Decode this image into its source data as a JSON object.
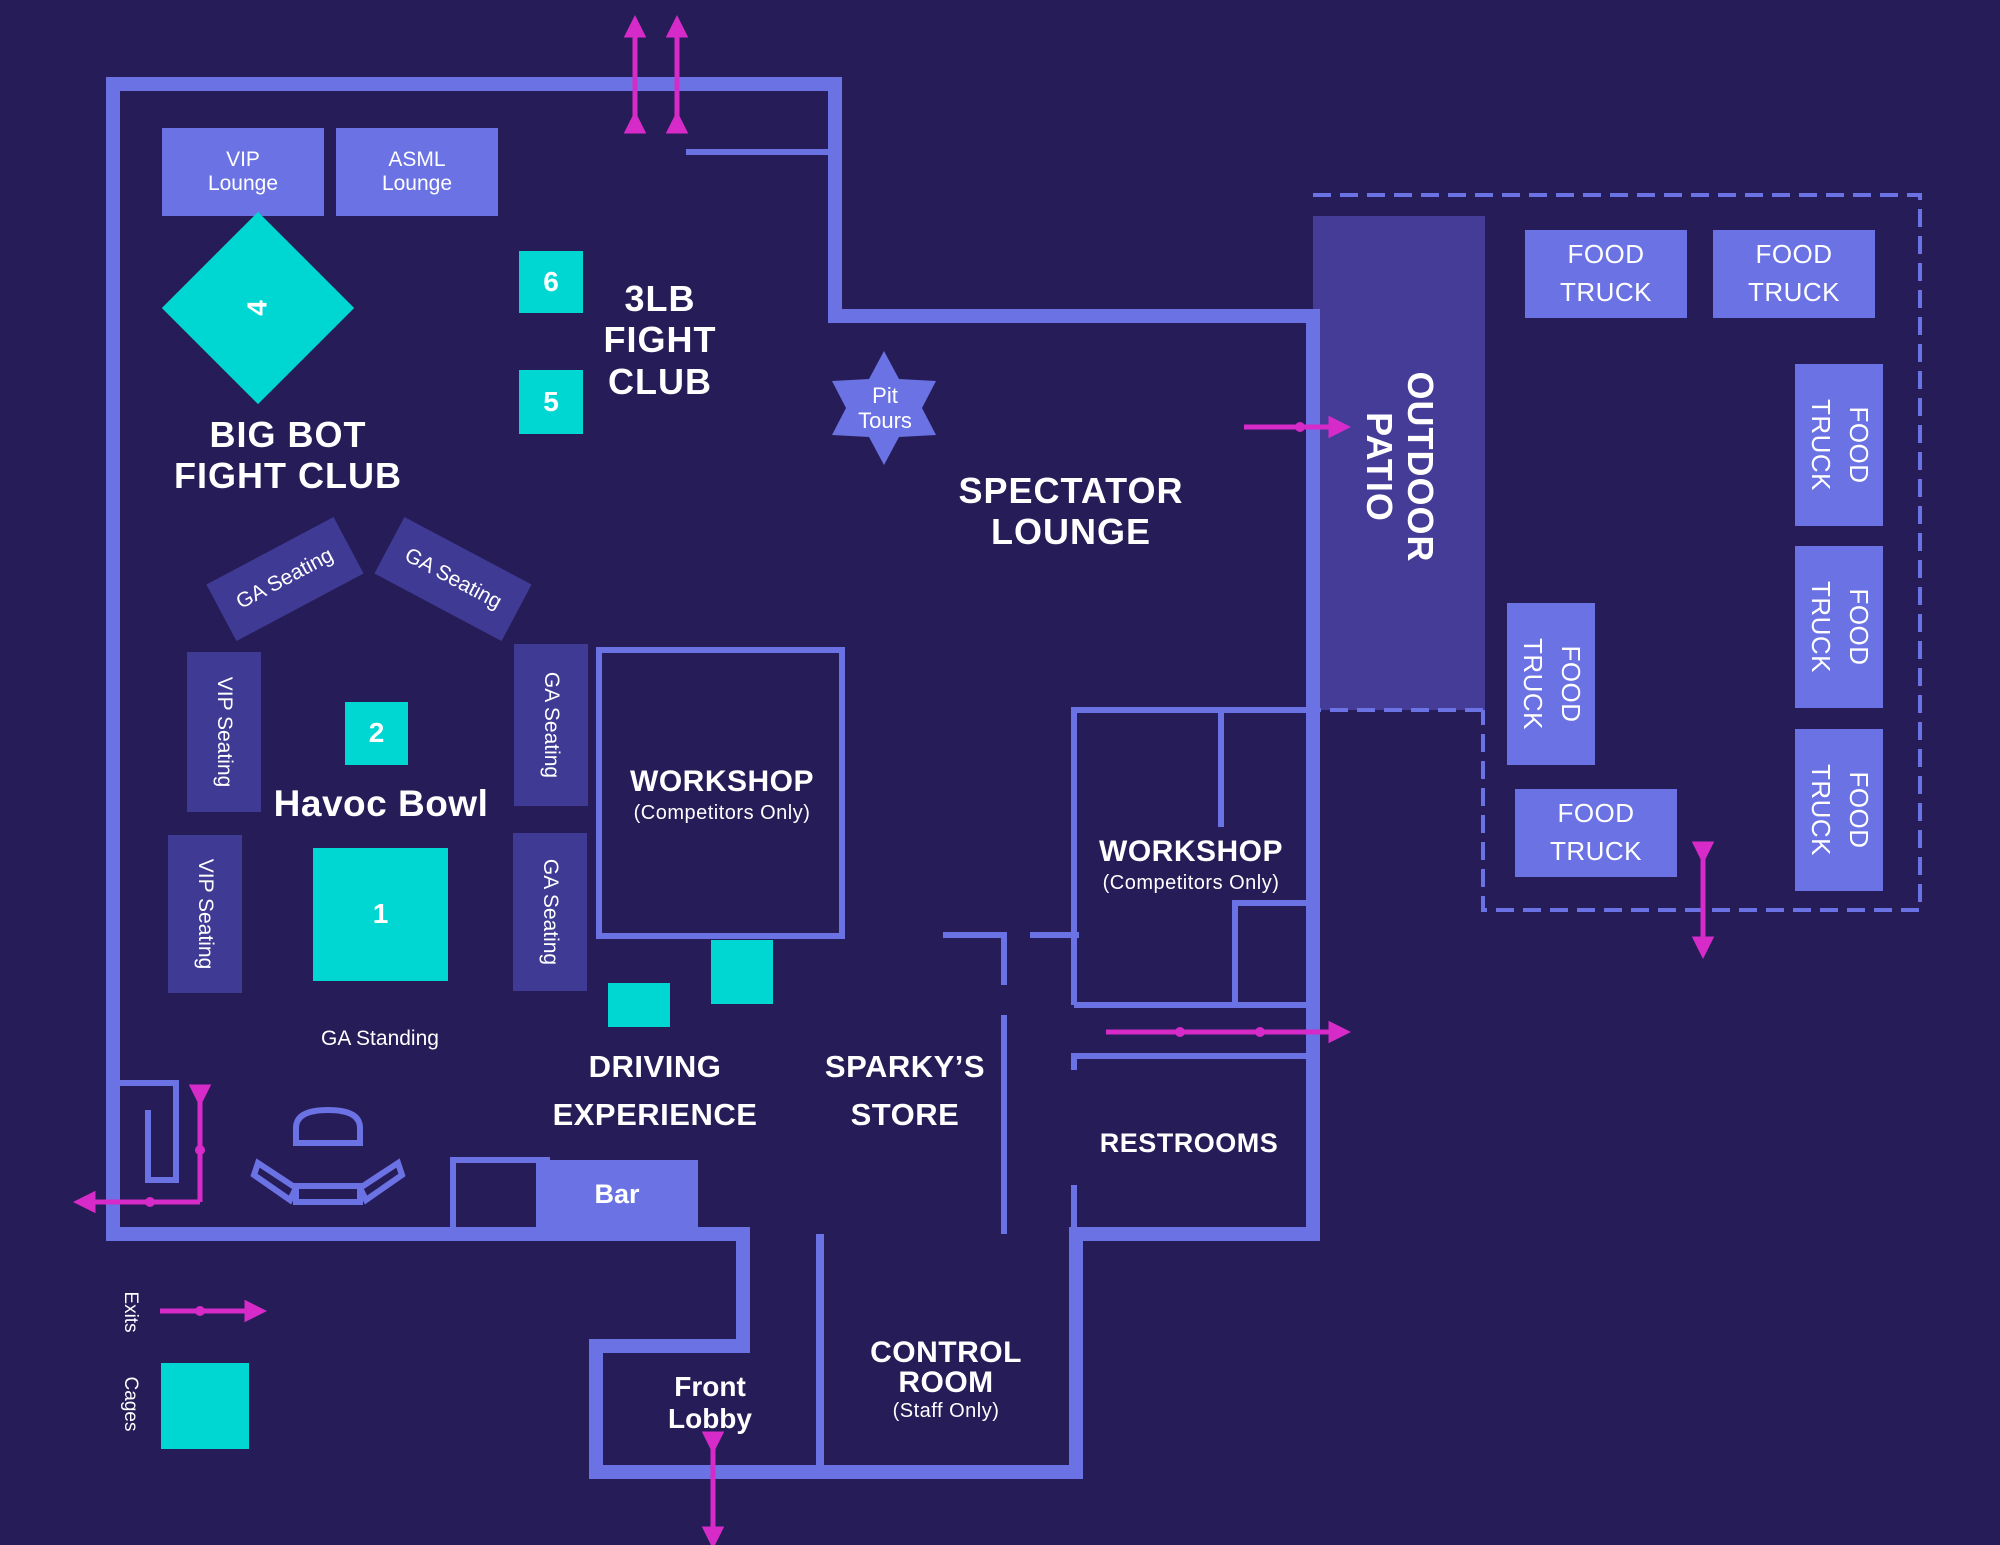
{
  "colors": {
    "background": "#261c57",
    "walls": "#6b72e3",
    "cage": "#00d7d2",
    "exit_arrow": "#d62bc8",
    "seating": "#3f3a93"
  },
  "areas": {
    "vip_lounge": "VIP\nLounge",
    "asml_lounge": "ASML\nLounge",
    "big_bot_fight_club": "BIG BOT\nFIGHT CLUB",
    "three_lb_fight_club": "3LB\nFIGHT\nCLUB",
    "pit_tours": "Pit\nTours",
    "spectator_lounge": "SPECTATOR\nLOUNGE",
    "outdoor_patio": "OUTDOOR\nPATIO",
    "havoc_bowl": "Havoc Bowl",
    "ga_standing": "GA Standing",
    "workshop_1": {
      "title": "WORKSHOP",
      "note": "(Competitors Only)"
    },
    "workshop_2": {
      "title": "WORKSHOP",
      "note": "(Competitors Only)"
    },
    "driving_experience": "DRIVING\nEXPERIENCE",
    "sparkys_store": "SPARKY’S\nSTORE",
    "restrooms": "RESTROOMS",
    "bar": "Bar",
    "front_lobby": "Front\nLobby",
    "control_room": {
      "title": "CONTROL\nROOM",
      "note": "(Staff Only)"
    }
  },
  "seating": {
    "ga_left": "GA Seating",
    "ga_right": "GA Seating",
    "vip_top": "VIP Seating",
    "vip_bottom": "VIP Seating",
    "ga_side_top": "GA Seating",
    "ga_side_bottom": "GA Seating"
  },
  "cages": {
    "c1": "1",
    "c2": "2",
    "c4": "4",
    "c5": "5",
    "c6": "6"
  },
  "food_trucks": {
    "t1": "FOOD\nTRUCK",
    "t2": "FOOD\nTRUCK",
    "t3": "FOOD\nTRUCK",
    "t4": "FOOD\nTRUCK",
    "t5": "FOOD\nTRUCK",
    "t6": "FOOD\nTRUCK",
    "t7": "FOOD\nTRUCK"
  },
  "legend": {
    "exits": "Exits",
    "cages": "Cages"
  }
}
